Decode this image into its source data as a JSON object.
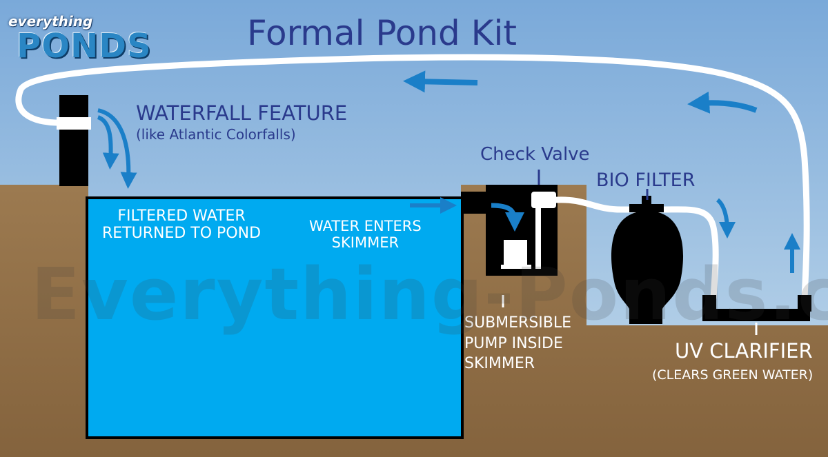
{
  "logo": {
    "top": "everything",
    "main": "PONDS"
  },
  "title": "Formal Pond Kit",
  "labels": {
    "waterfall": "WATERFALL FEATURE",
    "waterfall_sub": "(like Atlantic Colorfalls)",
    "filtered_line1": "FILTERED WATER",
    "filtered_line2": "RETURNED TO POND",
    "enters_line1": "WATER ENTERS",
    "enters_line2": "SKIMMER",
    "check_valve": "Check Valve",
    "bio_filter": "BIO FILTER",
    "pump_line1": "SUBMERSIBLE",
    "pump_line2": "PUMP INSIDE",
    "pump_line3": "SKIMMER",
    "uv": "UV CLARIFIER",
    "uv_sub": "(CLEARS GREEN WATER)"
  },
  "watermark": "Everything-Ponds.com",
  "colors": {
    "sky_top": "#7aa9d9",
    "sky_bottom": "#c6dcec",
    "ground": "#8e6c44",
    "water": "#00aaf0",
    "equipment": "#000000",
    "pipe": "#ffffff",
    "arrow": "#1a7fc8",
    "text_dark": "#2a3a8c",
    "text_light": "#ffffff"
  }
}
